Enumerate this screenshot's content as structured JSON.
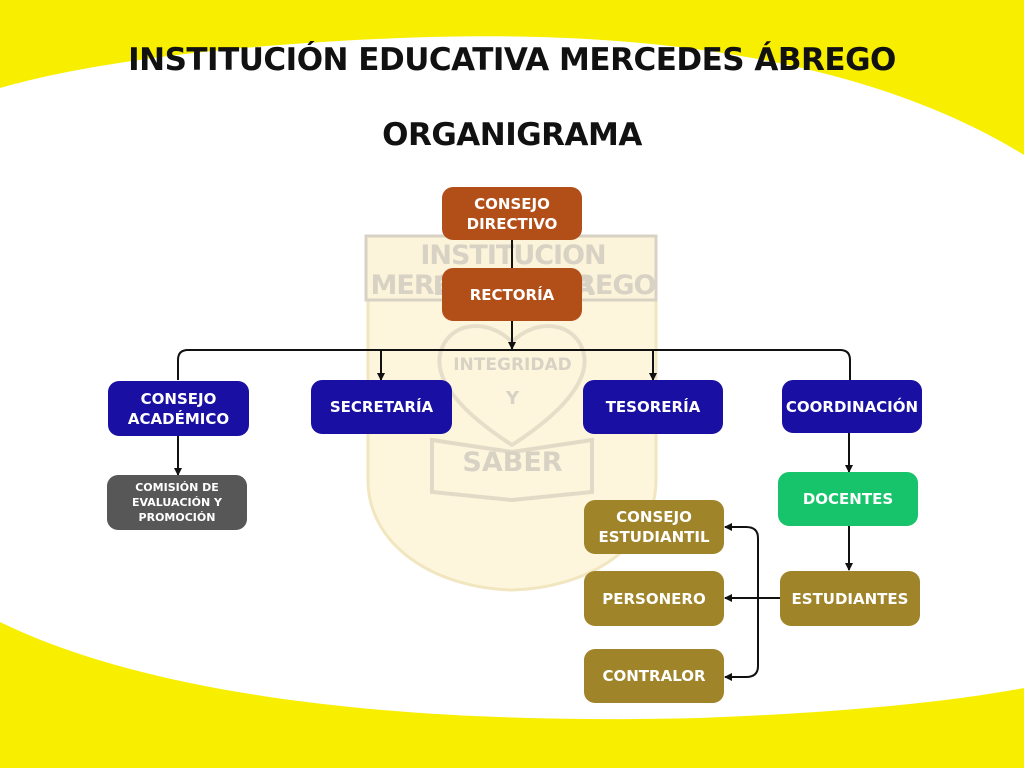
{
  "header": {
    "title": "INSTITUCIÓN EDUCATIVA MERCEDES ÁBREGO",
    "subtitle": "ORGANIGRAMA"
  },
  "watermark": {
    "line1": "INSTITUCION EDUCATIVA",
    "line2": "MERCEDES ABREGO",
    "word1": "INTEGRIDAD",
    "word2": "Y",
    "word3": "SABER"
  },
  "nodes": {
    "consejo_directivo": "CONSEJO\nDIRECTIVO",
    "rectoria": "RECTORÍA",
    "consejo_academico": "CONSEJO\nACADÉMICO",
    "secretaria": "SECRETARÍA",
    "tesoreria": "TESORERÍA",
    "coordinacion": "COORDINACIÓN",
    "comision": "COMISIÓN DE\nEVALUACIÓN Y\nPROMOCIÓN",
    "docentes": "DOCENTES",
    "estudiantes": "ESTUDIANTES",
    "consejo_estudiantil": "CONSEJO\nESTUDIANTIL",
    "personero": "PERSONERO",
    "contralor": "CONTRALOR"
  },
  "colors": {
    "yellow": "#f8ee00",
    "top_level": "#b24e18",
    "second_level": "#1a0fa3",
    "commission": "#575757",
    "docentes": "#17c46b",
    "students": "#a0842a",
    "line": "#111111",
    "watermark": "#d8d2c4"
  }
}
